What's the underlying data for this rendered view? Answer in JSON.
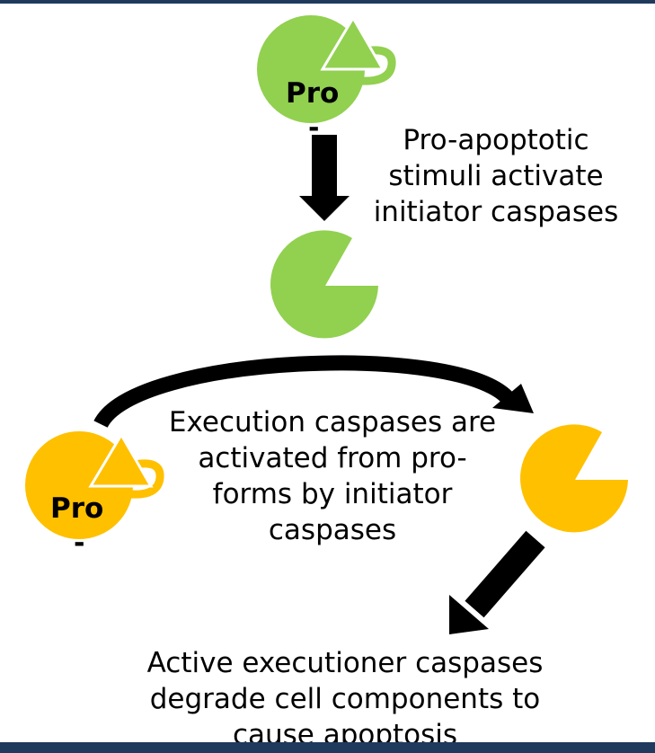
{
  "colors": {
    "initiator": "#92d050",
    "executioner": "#ffc000",
    "frame": "#1f3a5c",
    "arrow": "#000000"
  },
  "nodes": {
    "initiator_pro": {
      "label": "Pro",
      "suffix": "-",
      "color": "initiator"
    },
    "initiator_active": {
      "color": "initiator"
    },
    "executioner_pro": {
      "label": "Pro",
      "suffix": "-",
      "color": "executioner"
    },
    "executioner_active": {
      "color": "executioner"
    }
  },
  "captions": {
    "step1": [
      "Pro-apoptotic",
      "stimuli activate",
      "initiator caspases"
    ],
    "step2": [
      "Execution caspases are",
      "activated from pro-",
      "forms by initiator",
      "caspases"
    ],
    "step3": [
      "Active executioner caspases",
      "degrade cell components to",
      "cause apoptosis"
    ]
  }
}
